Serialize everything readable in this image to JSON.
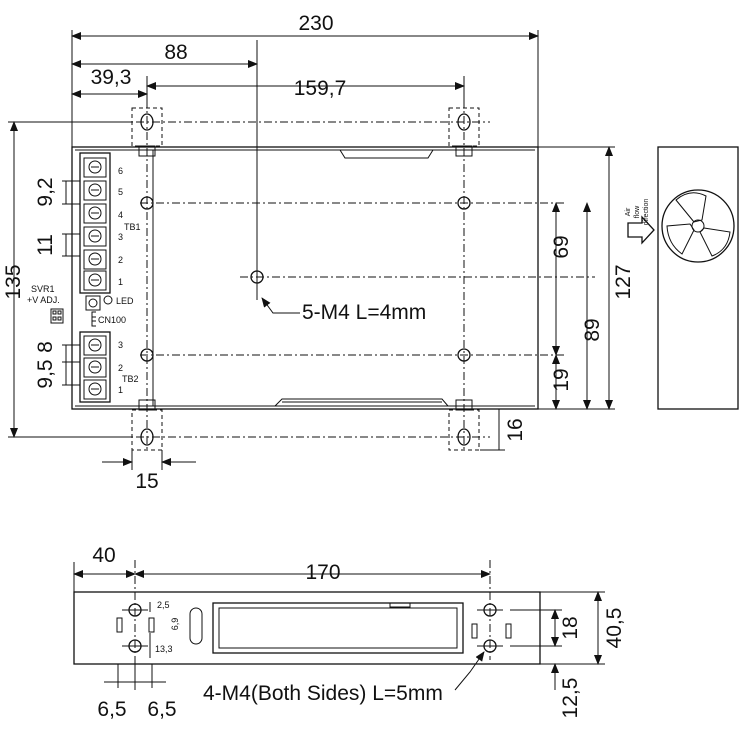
{
  "top_view": {
    "dims": {
      "overall_width": "230",
      "hole_from_edge": "88",
      "left_offset": "39,3",
      "hole_spacing": "159,7",
      "overall_height": "135",
      "tb1_pitch": "9,2",
      "tb1_height": "11",
      "tb2_pitch": "8",
      "tb2_height": "9,5",
      "body_height": "127",
      "hole_span_v": "89",
      "center_hole_v": "69",
      "bottom_hole_v": "19",
      "foot_width": "15",
      "foot_depth": "16"
    },
    "callout": "5-M4 L=4mm",
    "labels": {
      "tb1": "TB1",
      "tb2": "TB2",
      "svr": "SVR1",
      "vadj": "+V ADJ.",
      "led": "LED",
      "cn": "CN100",
      "tb1_pins": [
        "6",
        "5",
        "4",
        "3",
        "2",
        "1"
      ],
      "tb2_pins": [
        "3",
        "2",
        "1"
      ]
    }
  },
  "side_view": {
    "airflow": [
      "Air",
      "flow",
      "direction"
    ]
  },
  "bottom_view": {
    "dims": {
      "left_offset": "40",
      "hole_spacing": "170",
      "d_2_5": "2,5",
      "d_6_9": "6,9",
      "d_13_3": "13,3",
      "pitch_18": "18",
      "height_40_5": "40,5",
      "bottom_12_5": "12,5",
      "left_6_5": "6,5",
      "right_6_5": "6,5"
    },
    "callout": "4-M4(Both Sides) L=5mm"
  }
}
